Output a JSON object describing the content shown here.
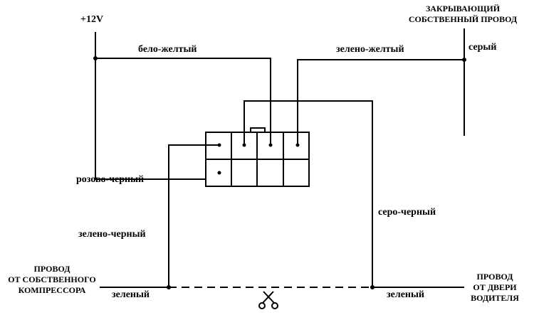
{
  "labels": {
    "plus12v": "+12V",
    "closing_wire_line1": "ЗАКРЫВАЮЩИЙ",
    "closing_wire_line2": "СОБСТВЕННЫЙ ПРОВОД",
    "white_yellow": "бело-желтый",
    "green_yellow": "зелено-желтый",
    "gray": "серый",
    "pink_black": "розово-черный",
    "gray_black": "серо-черный",
    "green_black": "зелено-черный",
    "left_wire_line1": "ПРОВОД",
    "left_wire_line2": "ОТ СОБСТВЕННОГО",
    "left_wire_line3": "КОМПРЕССОРА",
    "right_wire_line1": "ПРОВОД",
    "right_wire_line2": "ОТ ДВЕРИ",
    "right_wire_line3": "ВОДИТЕЛЯ",
    "green_left": "зеленый",
    "green_right": "зеленый"
  },
  "icons": {
    "cut": "scissors-icon"
  },
  "colors": {
    "line": "#000000",
    "background": "#ffffff"
  }
}
